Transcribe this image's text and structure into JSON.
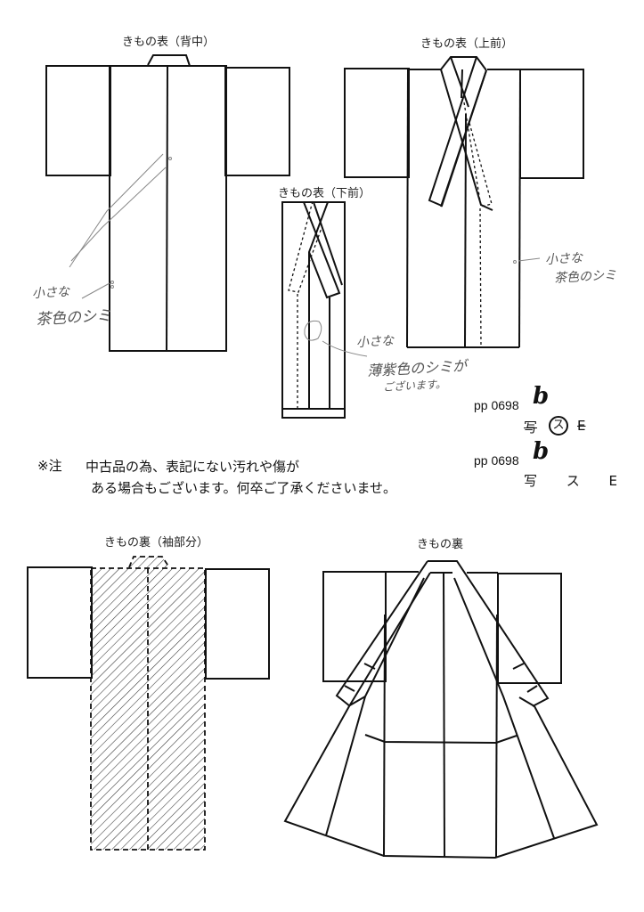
{
  "diagrams": {
    "back_outer": {
      "title": "きもの表（背中）"
    },
    "upper_front": {
      "title": "きもの表（上前）"
    },
    "lower_front": {
      "title": "きもの表（下前）"
    },
    "sleeve_lining": {
      "title": "きもの裏（袖部分）"
    },
    "inner_lining": {
      "title": "きもの裏"
    }
  },
  "annotations": {
    "back_stain": {
      "line1": "小さな",
      "line2": "茶色のシミ"
    },
    "upper_front_stain": {
      "line1": "小さな",
      "line2": "茶色のシミ"
    },
    "lower_front_stain": {
      "line1": "小さな",
      "line2": "薄紫色のシミが",
      "line3": "ございます。"
    }
  },
  "note": {
    "prefix": "※注",
    "line1": "中古品の為、表記にない汚れや傷が",
    "line2": "ある場合もございます。何卒ご了承くださいませ。"
  },
  "product_codes": {
    "handwritten": {
      "code": "pp 0698",
      "suffix": "b",
      "marks": [
        "写",
        "ス",
        "E"
      ],
      "circled": "ス"
    },
    "printed": {
      "code": "pp 0698",
      "suffix": "b",
      "marks": "写 ス E"
    }
  },
  "colors": {
    "line": "#111111",
    "pencil": "#777777",
    "hatch": "#333333",
    "background": "#ffffff"
  }
}
